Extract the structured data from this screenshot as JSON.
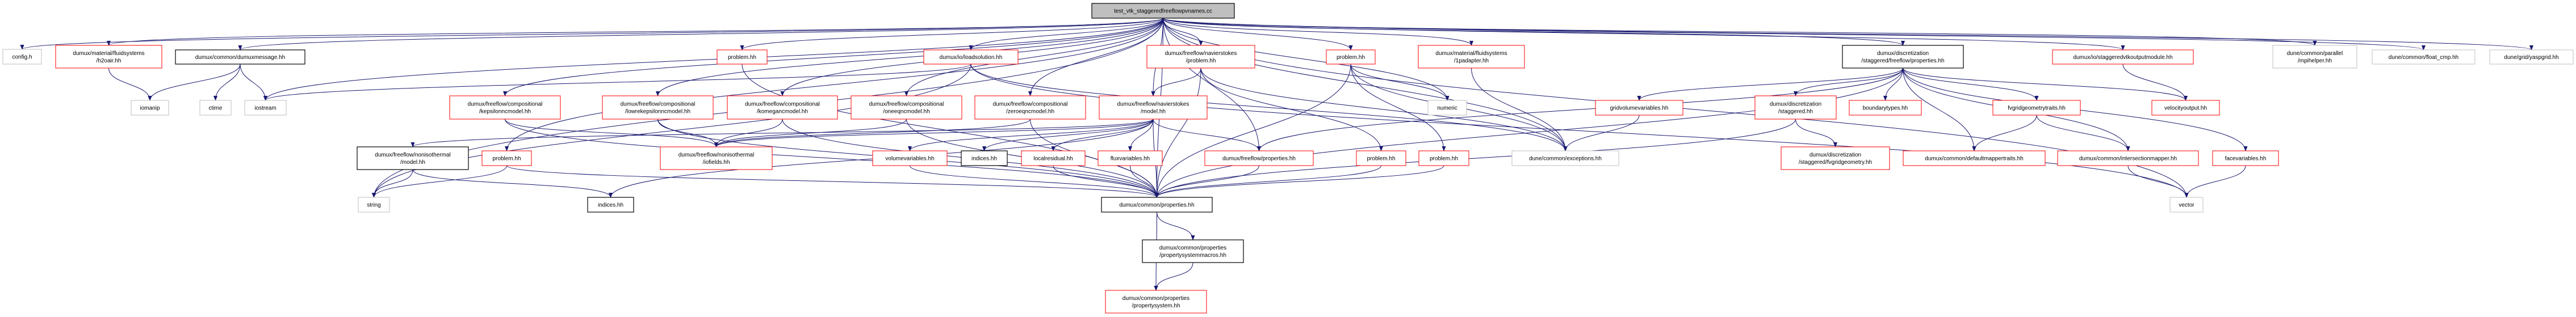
{
  "colors": {
    "edge": "#191970",
    "red_border": "#ff0000",
    "black_border": "#000000",
    "gray_border": "#bfbfbf",
    "main_fill": "#bfbfbf"
  },
  "nodes": [
    {
      "id": "main",
      "label": [
        "test_vtk_staggeredfreeflowpvnames.cc"
      ],
      "style": "main"
    },
    {
      "id": "config",
      "label": [
        "config.h"
      ],
      "style": "gray"
    },
    {
      "id": "h2oair",
      "label": [
        "dumux/material/fluidsystems",
        "/h2oair.hh"
      ],
      "style": "red"
    },
    {
      "id": "dumuxmessage",
      "label": [
        "dumux/common/dumuxmessage.hh"
      ],
      "style": "black"
    },
    {
      "id": "iomanip",
      "label": [
        "iomanip"
      ],
      "style": "gray"
    },
    {
      "id": "ctime",
      "label": [
        "ctime"
      ],
      "style": "gray"
    },
    {
      "id": "iostream",
      "label": [
        "iostream"
      ],
      "style": "gray"
    },
    {
      "id": "string",
      "label": [
        "string"
      ],
      "style": "gray"
    },
    {
      "id": "problem_a",
      "label": [
        "problem.hh"
      ],
      "style": "red"
    },
    {
      "id": "loadsolution",
      "label": [
        "dumux/io/loadsolution.hh"
      ],
      "style": "red"
    },
    {
      "id": "kepsilon",
      "label": [
        "dumux/freeflow/compositional",
        "/kepsilonncmodel.hh"
      ],
      "style": "red"
    },
    {
      "id": "lowrekeps",
      "label": [
        "dumux/freeflow/compositional",
        "/lowrekepsilonncmodel.hh"
      ],
      "style": "red"
    },
    {
      "id": "komega",
      "label": [
        "dumux/freeflow/compositional",
        "/komegancmodel.hh"
      ],
      "style": "red"
    },
    {
      "id": "oneeq",
      "label": [
        "dumux/freeflow/compositional",
        "/oneeqncmodel.hh"
      ],
      "style": "red"
    },
    {
      "id": "zeroeq",
      "label": [
        "dumux/freeflow/compositional",
        "/zeroeqncmodel.hh"
      ],
      "style": "red"
    },
    {
      "id": "nsmodel",
      "label": [
        "dumux/freeflow/navierstokes",
        "/model.hh"
      ],
      "style": "red"
    },
    {
      "id": "nsproblem",
      "label": [
        "dumux/freeflow/navierstokes",
        "/problem.hh"
      ],
      "style": "red"
    },
    {
      "id": "problem_b",
      "label": [
        "problem.hh"
      ],
      "style": "red"
    },
    {
      "id": "padapter",
      "label": [
        "dumux/material/fluidsystems",
        "/1padapter.hh"
      ],
      "style": "red"
    },
    {
      "id": "numeric",
      "label": [
        "numeric"
      ],
      "style": "gray"
    },
    {
      "id": "nonisomodel",
      "label": [
        "dumux/freeflow/nonisothermal",
        "/model.hh"
      ],
      "style": "black"
    },
    {
      "id": "problem_e",
      "label": [
        "problem.hh"
      ],
      "style": "red"
    },
    {
      "id": "iofields",
      "label": [
        "dumux/freeflow/nonisothermal",
        "/iofields.hh"
      ],
      "style": "red"
    },
    {
      "id": "indices_a",
      "label": [
        "indices.hh"
      ],
      "style": "black"
    },
    {
      "id": "volvars",
      "label": [
        "volumevariables.hh"
      ],
      "style": "red"
    },
    {
      "id": "indices_b",
      "label": [
        "indices.hh"
      ],
      "style": "black"
    },
    {
      "id": "localres",
      "label": [
        "localresidual.hh"
      ],
      "style": "red"
    },
    {
      "id": "fluxvars",
      "label": [
        "fluxvariables.hh"
      ],
      "style": "red"
    },
    {
      "id": "ffproperties",
      "label": [
        "dumux/freeflow/properties.hh"
      ],
      "style": "red"
    },
    {
      "id": "problem_c",
      "label": [
        "problem.hh"
      ],
      "style": "red"
    },
    {
      "id": "problem_d",
      "label": [
        "problem.hh"
      ],
      "style": "red"
    },
    {
      "id": "exceptions",
      "label": [
        "dune/common/exceptions.hh"
      ],
      "style": "gray"
    },
    {
      "id": "commonprops",
      "label": [
        "dumux/common/properties.hh"
      ],
      "style": "black"
    },
    {
      "id": "psmacros",
      "label": [
        "dumux/common/properties",
        "/propertysystemmacros.hh"
      ],
      "style": "black"
    },
    {
      "id": "propsystem",
      "label": [
        "dumux/common/properties",
        "/propertysystem.hh"
      ],
      "style": "red"
    },
    {
      "id": "gridvolvars",
      "label": [
        "gridvolumevariables.hh"
      ],
      "style": "red"
    },
    {
      "id": "discstaggered",
      "label": [
        "dumux/discretization",
        "/staggered.hh"
      ],
      "style": "red"
    },
    {
      "id": "boundarytypes",
      "label": [
        "boundarytypes.hh"
      ],
      "style": "red"
    },
    {
      "id": "fvgridgeom",
      "label": [
        "dumux/discretization",
        "/staggered/fvgridgeometry.hh"
      ],
      "style": "red"
    },
    {
      "id": "defaultmapper",
      "label": [
        "dumux/common/defaultmappertraits.hh"
      ],
      "style": "red"
    },
    {
      "id": "fvggtraits",
      "label": [
        "fvgridgeometrytraits.hh"
      ],
      "style": "red"
    },
    {
      "id": "velocityoutput",
      "label": [
        "velocityoutput.hh"
      ],
      "style": "red"
    },
    {
      "id": "intersectionmapper",
      "label": [
        "dumux/common/intersectionmapper.hh"
      ],
      "style": "red"
    },
    {
      "id": "facevars",
      "label": [
        "facevariables.hh"
      ],
      "style": "red"
    },
    {
      "id": "vector",
      "label": [
        "vector"
      ],
      "style": "gray"
    },
    {
      "id": "sffprops",
      "label": [
        "dumux/discretization",
        "/staggered/freeflow/properties.hh"
      ],
      "style": "black"
    },
    {
      "id": "vtkoutput",
      "label": [
        "dumux/io/staggeredvtkoutputmodule.hh"
      ],
      "style": "red"
    },
    {
      "id": "mpihelper",
      "label": [
        "dune/common/parallel",
        "/mpihelper.hh"
      ],
      "style": "gray"
    },
    {
      "id": "floatcmp",
      "label": [
        "dune/common/float_cmp.hh"
      ],
      "style": "gray"
    },
    {
      "id": "yaspgrid",
      "label": [
        "dune/grid/yaspgrid.hh"
      ],
      "style": "gray"
    }
  ],
  "edges": [
    [
      "main",
      "config"
    ],
    [
      "main",
      "h2oair"
    ],
    [
      "main",
      "dumuxmessage"
    ],
    [
      "main",
      "iostream"
    ],
    [
      "main",
      "string"
    ],
    [
      "main",
      "problem_a"
    ],
    [
      "main",
      "loadsolution"
    ],
    [
      "main",
      "kepsilon"
    ],
    [
      "main",
      "lowrekeps"
    ],
    [
      "main",
      "komega"
    ],
    [
      "main",
      "oneeq"
    ],
    [
      "main",
      "zeroeq"
    ],
    [
      "main",
      "nsmodel"
    ],
    [
      "main",
      "nsproblem"
    ],
    [
      "main",
      "problem_b"
    ],
    [
      "main",
      "padapter"
    ],
    [
      "main",
      "numeric"
    ],
    [
      "main",
      "exceptions"
    ],
    [
      "main",
      "sffprops"
    ],
    [
      "main",
      "vtkoutput"
    ],
    [
      "main",
      "mpihelper"
    ],
    [
      "main",
      "floatcmp"
    ],
    [
      "main",
      "yaspgrid"
    ],
    [
      "main",
      "vector"
    ],
    [
      "main",
      "commonprops"
    ],
    [
      "main",
      "problem_e"
    ],
    [
      "main",
      "ffproperties"
    ],
    [
      "h2oair",
      "iomanip"
    ],
    [
      "dumuxmessage",
      "iomanip"
    ],
    [
      "dumuxmessage",
      "ctime"
    ],
    [
      "dumuxmessage",
      "iostream"
    ],
    [
      "problem_a",
      "commonprops"
    ],
    [
      "loadsolution",
      "iostream"
    ],
    [
      "loadsolution",
      "string"
    ],
    [
      "loadsolution",
      "exceptions"
    ],
    [
      "loadsolution",
      "vector"
    ],
    [
      "kepsilon",
      "iofields"
    ],
    [
      "kepsilon",
      "commonprops"
    ],
    [
      "lowrekeps",
      "iofields"
    ],
    [
      "lowrekeps",
      "commonprops"
    ],
    [
      "komega",
      "iofields"
    ],
    [
      "komega",
      "commonprops"
    ],
    [
      "oneeq",
      "iofields"
    ],
    [
      "oneeq",
      "commonprops"
    ],
    [
      "zeroeq",
      "iofields"
    ],
    [
      "zeroeq",
      "commonprops"
    ],
    [
      "nsmodel",
      "volvars"
    ],
    [
      "nsmodel",
      "indices_b"
    ],
    [
      "nsmodel",
      "localres"
    ],
    [
      "nsmodel",
      "fluxvars"
    ],
    [
      "nsmodel",
      "ffproperties"
    ],
    [
      "nsmodel",
      "commonprops"
    ],
    [
      "nsmodel",
      "nonisomodel"
    ],
    [
      "nsmodel",
      "iofields"
    ],
    [
      "nsmodel",
      "indices_a"
    ],
    [
      "nonisomodel",
      "string"
    ],
    [
      "nonisomodel",
      "indices_a"
    ],
    [
      "problem_e",
      "string"
    ],
    [
      "problem_e",
      "commonprops"
    ],
    [
      "nsproblem",
      "nsmodel"
    ],
    [
      "nsproblem",
      "commonprops"
    ],
    [
      "nsproblem",
      "exceptions"
    ],
    [
      "nsproblem",
      "problem_c"
    ],
    [
      "problem_b",
      "numeric"
    ],
    [
      "problem_b",
      "exceptions"
    ],
    [
      "problem_b",
      "problem_d"
    ],
    [
      "problem_b",
      "commonprops"
    ],
    [
      "padapter",
      "exceptions"
    ],
    [
      "problem_c",
      "commonprops"
    ],
    [
      "problem_d",
      "commonprops"
    ],
    [
      "volvars",
      "commonprops"
    ],
    [
      "localres",
      "commonprops"
    ],
    [
      "fluxvars",
      "commonprops"
    ],
    [
      "ffproperties",
      "commonprops"
    ],
    [
      "commonprops",
      "psmacros"
    ],
    [
      "commonprops",
      "propsystem"
    ],
    [
      "psmacros",
      "propsystem"
    ],
    [
      "gridvolvars",
      "exceptions"
    ],
    [
      "sffprops",
      "gridvolvars"
    ],
    [
      "sffprops",
      "discstaggered"
    ],
    [
      "sffprops",
      "boundarytypes"
    ],
    [
      "sffprops",
      "fvggtraits"
    ],
    [
      "sffprops",
      "defaultmapper"
    ],
    [
      "sffprops",
      "intersectionmapper"
    ],
    [
      "sffprops",
      "velocityoutput"
    ],
    [
      "sffprops",
      "facevars"
    ],
    [
      "sffprops",
      "commonprops"
    ],
    [
      "sffprops",
      "ffproperties"
    ],
    [
      "discstaggered",
      "fvgridgeom"
    ],
    [
      "discstaggered",
      "commonprops"
    ],
    [
      "fvggtraits",
      "defaultmapper"
    ],
    [
      "fvggtraits",
      "intersectionmapper"
    ],
    [
      "intersectionmapper",
      "vector"
    ],
    [
      "facevars",
      "vector"
    ],
    [
      "vtkoutput",
      "velocityoutput"
    ]
  ]
}
